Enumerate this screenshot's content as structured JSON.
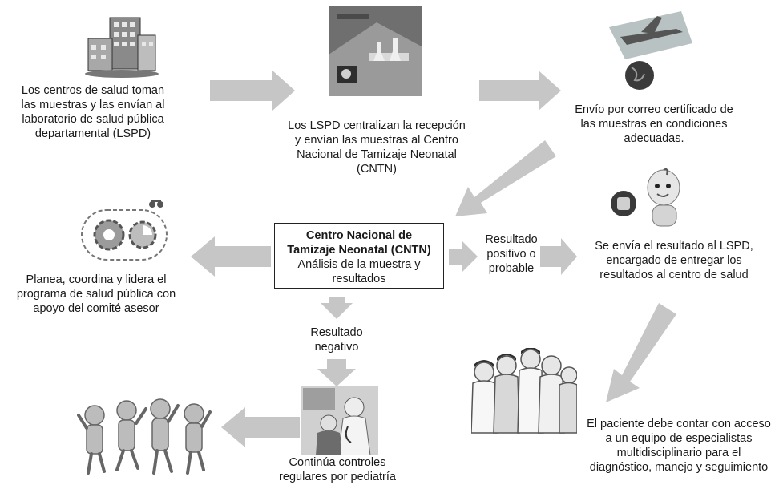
{
  "steps": {
    "health_centers": "Los centros de salud toman\nlas muestras y las envían al\nlaboratorio de salud pública\ndepartamental (LSPD)",
    "lspd": "Los LSPD centralizan la recepción\ny envían las muestras al Centro\nNacional de Tamizaje Neonatal\n(CNTN)",
    "mail": "Envío por correo certificado de\nlas muestras en condiciones\nadecuadas.",
    "cntn_title": "Centro Nacional de\nTamizaje Neonatal (CNTN)",
    "cntn_sub": "Análisis de la muestra y\nresultados",
    "plan": "Planea, coordina y lidera el\nprograma de salud pública con\napoyo del comité asesor",
    "positive": "Resultado\npositivo o\nprobable",
    "send_result": "Se envía el resultado al LSPD,\nencargado de entregar los\nresultados al centro de salud",
    "negative": "Resultado\nnegativo",
    "pediatrics": "Continúa controles\nregulares por pediatría",
    "specialists": "El paciente debe contar con acceso\na un equipo de especialistas\nmultidisciplinario para el\ndiagnóstico, manejo y seguimiento"
  },
  "colors": {
    "arrow": "#c6c6c6",
    "box_border": "#222222",
    "text": "#1a1a1a"
  },
  "icons": [
    "building-icon",
    "laboratory-icon",
    "airplane-globe-icon",
    "gears-icon",
    "telephone-baby-icon",
    "children-jumping-icon",
    "pediatrician-icon",
    "medical-team-icon"
  ]
}
